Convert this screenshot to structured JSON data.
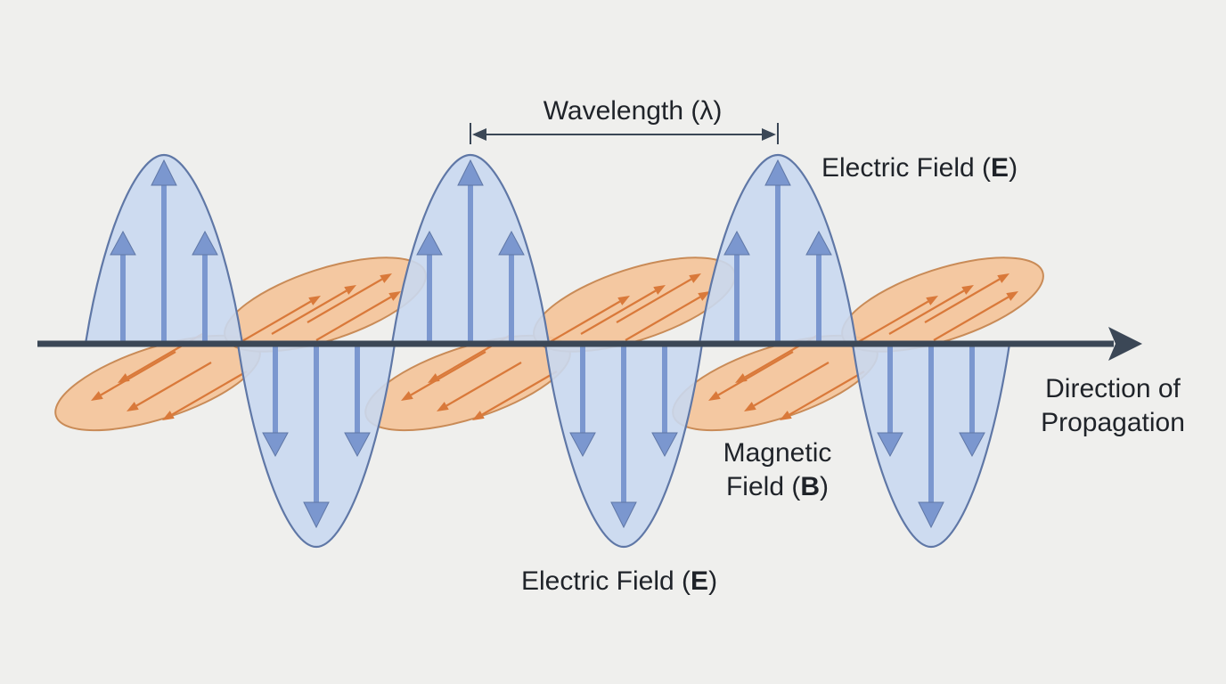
{
  "labels": {
    "wavelength": "Wavelength (λ)",
    "electric_top_prefix": "Electric Field (",
    "electric_top_symbol": "E",
    "electric_top_suffix": ")",
    "electric_bottom_prefix": "Electric Field (",
    "electric_bottom_symbol": "E",
    "electric_bottom_suffix": ")",
    "magnetic_line1": "Magnetic",
    "magnetic_line2_prefix": "Field (",
    "magnetic_line2_symbol": "B",
    "magnetic_line2_suffix": ")",
    "direction_line1": "Direction of",
    "direction_line2": "Propagation"
  },
  "colors": {
    "background": "#efefed",
    "electric_fill": "#c9d8ef",
    "electric_stroke": "#5f77a6",
    "electric_arrow": "#7b97cf",
    "magnetic_fill": "#f4c49a",
    "magnetic_stroke": "#c98b57",
    "magnetic_arrow": "#d9793a",
    "axis": "#3b4756",
    "text": "#1f2329"
  },
  "icons": {
    "propagation_arrowhead": "arrow-right-icon",
    "wavelength_bracket": "double-arrow-icon"
  }
}
